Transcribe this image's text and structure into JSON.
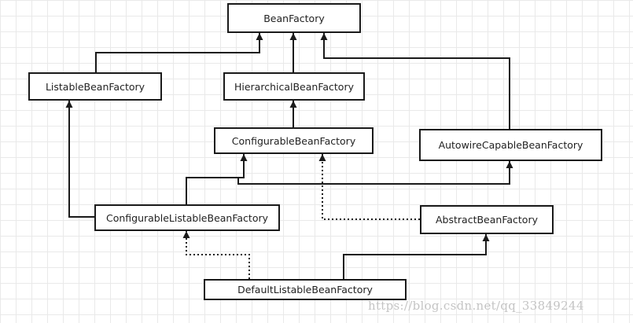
{
  "nodes": {
    "bean_factory": "BeanFactory",
    "listable_bean_factory": "ListableBeanFactory",
    "hierarchical_bean_factory": "HierarchicalBeanFactory",
    "configurable_bean_factory": "ConfigurableBeanFactory",
    "autowire_capable_bean_factory": "AutowireCapableBeanFactory",
    "configurable_listable_bean_factory": "ConfigurableListableBeanFactory",
    "abstract_bean_factory": "AbstractBeanFactory",
    "default_listable_bean_factory": "DefaultListableBeanFactory"
  },
  "watermark": "https://blog.csdn.net/qq_33849244",
  "colors": {
    "line": "#1a1a1a",
    "grid": "#e9e9e9",
    "watermark": "#c4c4c4"
  }
}
